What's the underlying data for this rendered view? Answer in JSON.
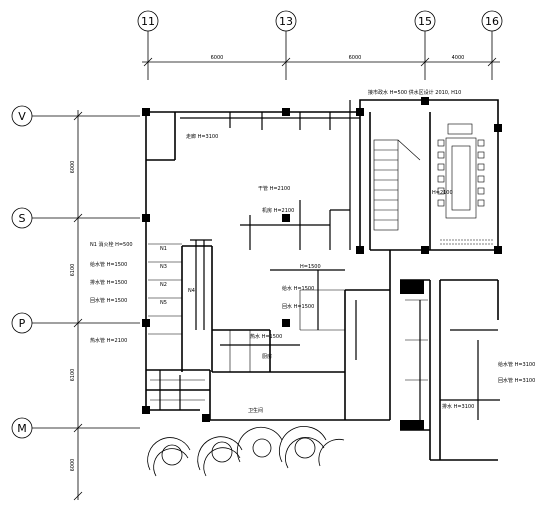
{
  "grid_columns": [
    "11",
    "13",
    "15",
    "16"
  ],
  "grid_rows": [
    "V",
    "S",
    "P",
    "M"
  ],
  "dims_top": [
    "6000",
    "6000",
    "4000"
  ],
  "dims_left": [
    "6000",
    "6100",
    "6100",
    "6000"
  ],
  "labels": {
    "top_service": "接市政水 H=500  供水区设计 2010, H10",
    "corridor_top": "走廊 H=3100",
    "hall_pipe": "干管 H=2100",
    "room_mid": "机房 H=2100",
    "stair_sign": "H=2100",
    "left_1": "N1 消火栓 H=500",
    "left_2": "给水管 H=1500",
    "left_3": "排水管 H=1500",
    "left_4": "回水管 H=1500",
    "left_5": "热水管 H=2100",
    "mid_1": "H=1500",
    "mid_2": "给水 H=1500",
    "mid_3": "回水 H=1500",
    "mid_4": "热水 H=1500",
    "right_1": "给水管 H=3100",
    "right_2": "回水管 H=3100",
    "right_3": "排水 H=3100",
    "kitchen": "厨房",
    "wc": "卫生间",
    "n_tags": [
      "N1",
      "N2",
      "N3",
      "N4",
      "N5"
    ]
  }
}
